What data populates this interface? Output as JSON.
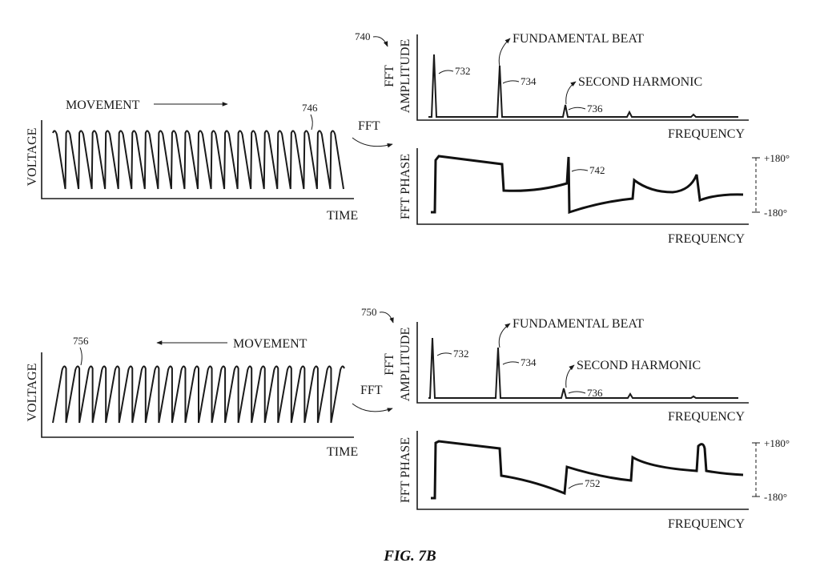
{
  "figure": {
    "caption": "FIG. 7B"
  },
  "panel_a": {
    "label_ref": "740",
    "voltage_plot": {
      "ylabel": "VOLTAGE",
      "xlabel": "TIME",
      "movement_label": "MOVEMENT",
      "movement_direction": "right",
      "ref": "746"
    },
    "fft_label": "FFT",
    "amplitude_plot": {
      "ylabel_line1": "FFT",
      "ylabel_line2": "AMPLITUDE",
      "xlabel": "FREQUENCY",
      "peak_refs": [
        "732",
        "734",
        "736"
      ],
      "fundamental_label": "FUNDAMENTAL BEAT",
      "harmonic_label": "SECOND HARMONIC"
    },
    "phase_plot": {
      "ylabel": "FFT PHASE",
      "xlabel": "FREQUENCY",
      "ref": "742",
      "top_label": "+180°",
      "bottom_label": "-180°"
    }
  },
  "panel_b": {
    "label_ref": "750",
    "voltage_plot": {
      "ylabel": "VOLTAGE",
      "xlabel": "TIME",
      "movement_label": "MOVEMENT",
      "movement_direction": "left",
      "ref": "756"
    },
    "fft_label": "FFT",
    "amplitude_plot": {
      "ylabel_line1": "FFT",
      "ylabel_line2": "AMPLITUDE",
      "xlabel": "FREQUENCY",
      "peak_refs": [
        "732",
        "734",
        "736"
      ],
      "fundamental_label": "FUNDAMENTAL BEAT",
      "harmonic_label": "SECOND HARMONIC"
    },
    "phase_plot": {
      "ylabel": "FFT PHASE",
      "xlabel": "FREQUENCY",
      "ref": "752",
      "top_label": "+180°",
      "bottom_label": "-180°"
    }
  }
}
